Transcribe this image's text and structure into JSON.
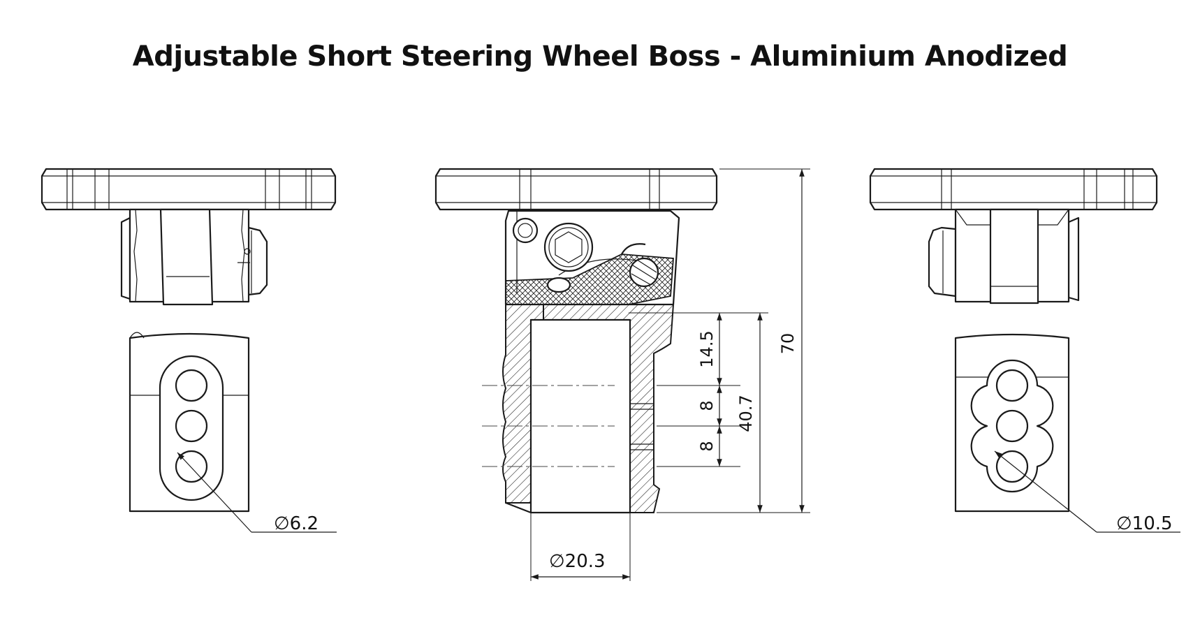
{
  "title": "Adjustable Short Steering Wheel Boss - Aluminium Anodized",
  "views": [
    {
      "name": "left-view",
      "dimension": {
        "symbol": "∅",
        "value": "6.2"
      }
    },
    {
      "name": "section-view",
      "dimensions": {
        "diameter": {
          "symbol": "∅",
          "value": "20.3"
        },
        "d1": "14.5",
        "d2": "8",
        "d3": "8",
        "d4": "40.7",
        "d5": "70"
      }
    },
    {
      "name": "right-view",
      "dimension": {
        "symbol": "∅",
        "value": "10.5"
      }
    }
  ],
  "colors": {
    "line": "#1a1a1a",
    "background": "#ffffff"
  }
}
